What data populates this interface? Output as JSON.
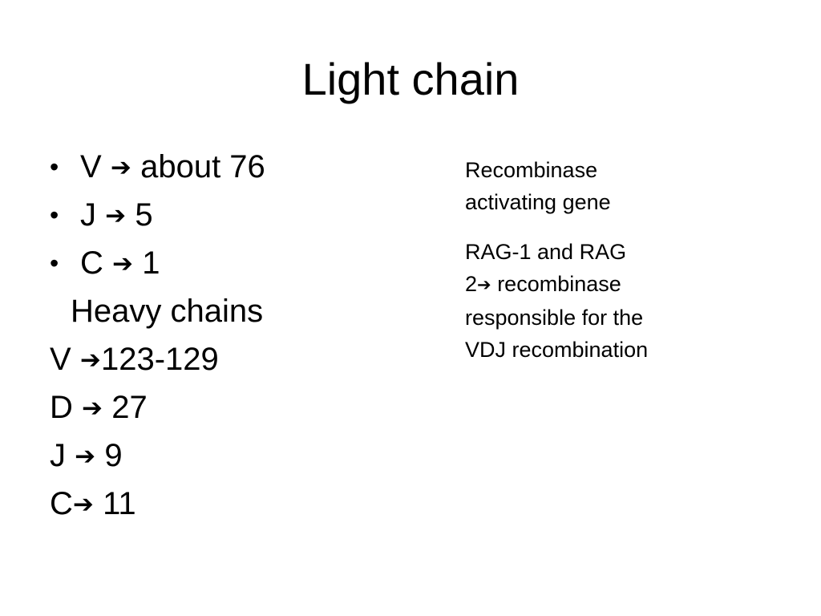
{
  "slide": {
    "title": "Light chain"
  },
  "light_chain": {
    "items": [
      {
        "label": "V",
        "arrow": "➔",
        "value": "about 76"
      },
      {
        "label": "J",
        "arrow": "➔",
        "value": "5"
      },
      {
        "label": "C",
        "arrow": "➔",
        "value": "1"
      }
    ]
  },
  "heavy_chain": {
    "heading": "Heavy chains",
    "items": [
      {
        "label": "V",
        "arrow": "➔",
        "value": "123-129"
      },
      {
        "label": "D",
        "arrow": "➔",
        "value": "27"
      },
      {
        "label": "J",
        "arrow": "➔",
        "value": "9"
      },
      {
        "label": "C",
        "arrow": "➔",
        "value": "11"
      }
    ]
  },
  "notes": {
    "line1a": "Recombinase",
    "line1b": "activating gene",
    "line2a": "RAG-1 and RAG",
    "line2b_num": "2",
    "line2b_arrow": "➔",
    "line2b_rest": "recombinase",
    "line2c": "responsible for the",
    "line2d": "VDJ recombination"
  }
}
